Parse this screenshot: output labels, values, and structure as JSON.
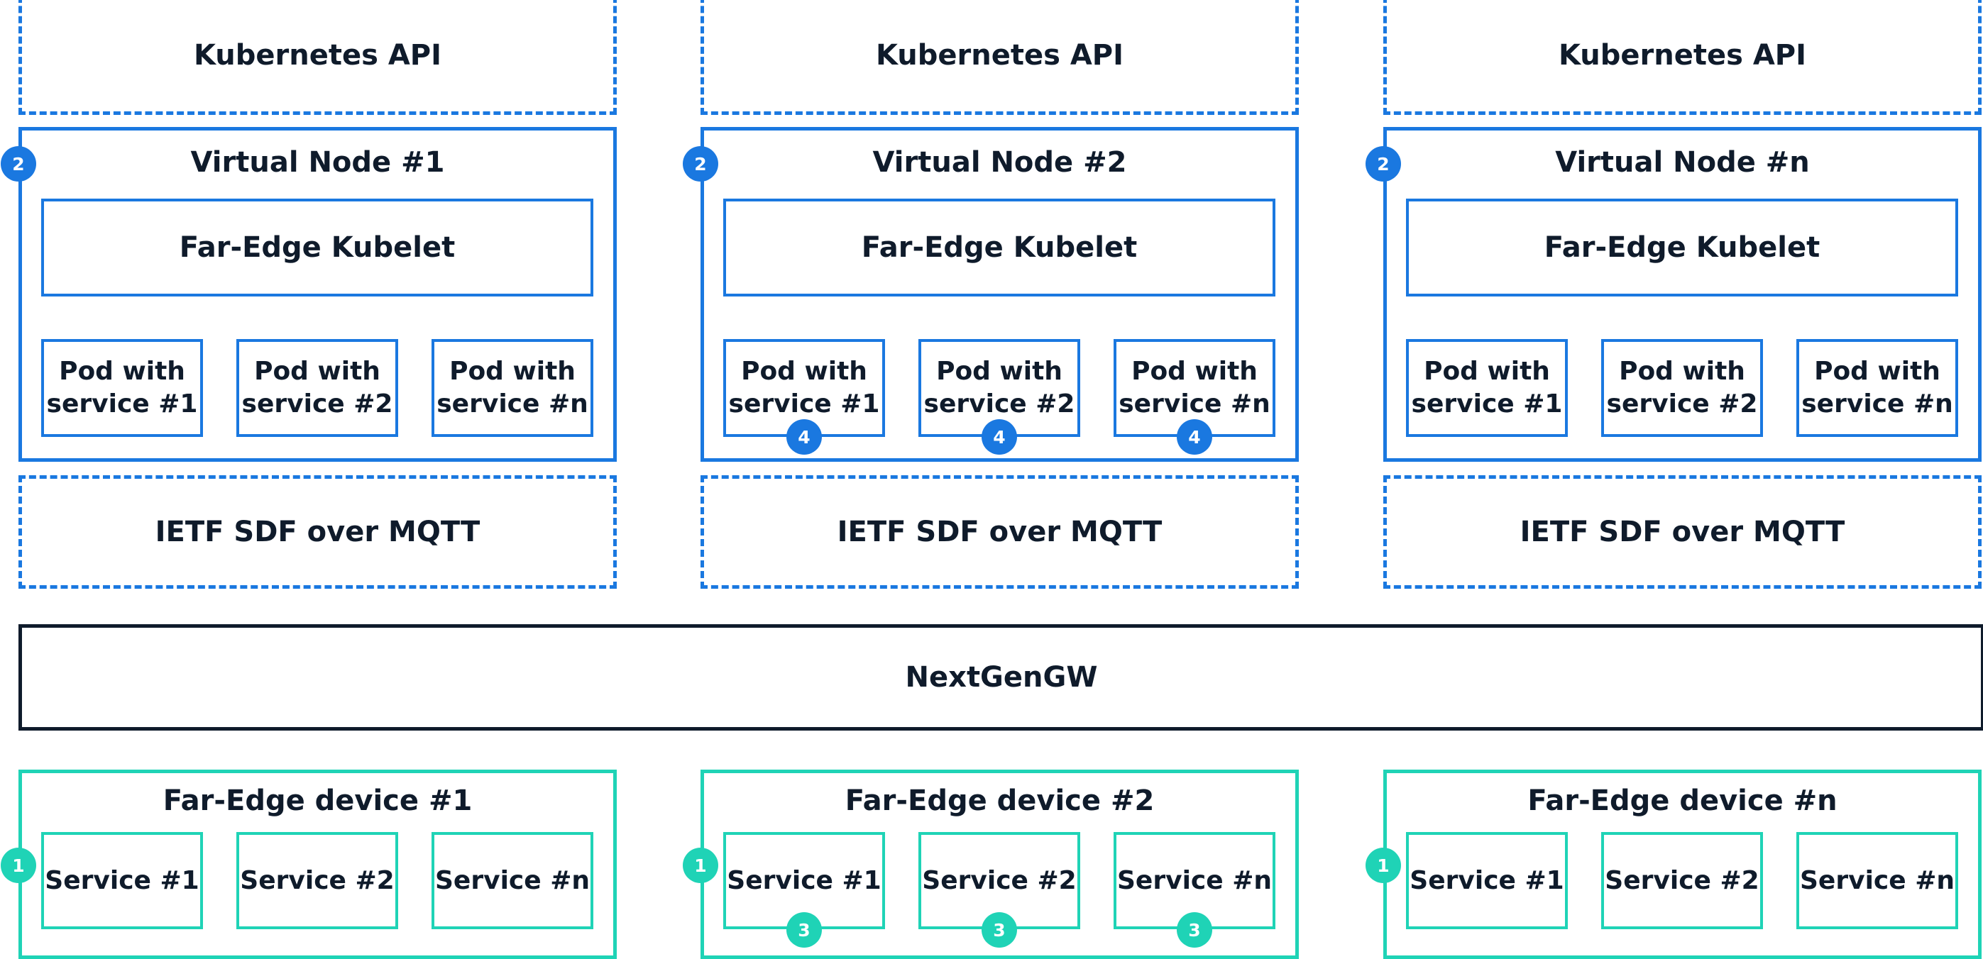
{
  "columns": [
    {
      "api": "Kubernetes API",
      "node": "Virtual Node #1",
      "kubelet": "Far-Edge Kubelet",
      "pods": [
        "Pod with\nservice #1",
        "Pod with\nservice #2",
        "Pod with\nservice #n"
      ],
      "sdf": "IETF SDF over MQTT",
      "device": "Far-Edge device #1",
      "services": [
        "Service #1",
        "Service #2",
        "Service #n"
      ]
    },
    {
      "api": "Kubernetes API",
      "node": "Virtual Node #2",
      "kubelet": "Far-Edge Kubelet",
      "pods": [
        "Pod with\nservice #1",
        "Pod with\nservice #2",
        "Pod with\nservice #n"
      ],
      "sdf": "IETF SDF over MQTT",
      "device": "Far-Edge device #2",
      "services": [
        "Service #1",
        "Service #2",
        "Service #n"
      ]
    },
    {
      "api": "Kubernetes API",
      "node": "Virtual Node #n",
      "kubelet": "Far-Edge Kubelet",
      "pods": [
        "Pod with\nservice #1",
        "Pod with\nservice #2",
        "Pod with\nservice #n"
      ],
      "sdf": "IETF SDF over MQTT",
      "device": "Far-Edge device #n",
      "services": [
        "Service #1",
        "Service #2",
        "Service #n"
      ]
    }
  ],
  "gateway": "NextGenGW",
  "badges": {
    "device": "1",
    "node": "2",
    "service": "3",
    "pod": "4"
  },
  "colors": {
    "kubernetes_blue": "#1a78e0",
    "device_teal": "#1fd3b6",
    "gateway_dark": "#0f1b2b"
  }
}
